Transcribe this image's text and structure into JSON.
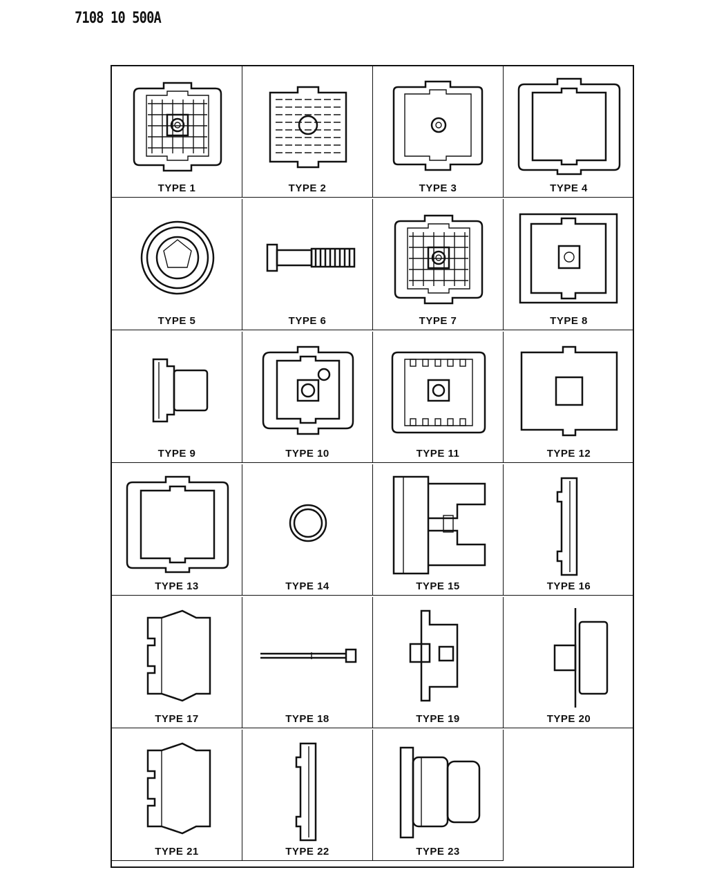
{
  "header": {
    "doc_id": "7108 10 500A"
  },
  "parts": [
    {
      "label": "TYPE 1",
      "icon": "grid-square-connector-icon"
    },
    {
      "label": "TYPE 2",
      "icon": "slotted-plate-icon"
    },
    {
      "label": "TYPE 3",
      "icon": "square-connector-pin-icon"
    },
    {
      "label": "TYPE 4",
      "icon": "square-frame-icon"
    },
    {
      "label": "TYPE 5",
      "icon": "round-grommet-icon"
    },
    {
      "label": "TYPE 6",
      "icon": "bulb-socket-icon"
    },
    {
      "label": "TYPE 7",
      "icon": "grid-square-connector-icon"
    },
    {
      "label": "TYPE 8",
      "icon": "square-frame-center-icon"
    },
    {
      "label": "TYPE 9",
      "icon": "side-clip-icon"
    },
    {
      "label": "TYPE 10",
      "icon": "rounded-connector-icon"
    },
    {
      "label": "TYPE 11",
      "icon": "notched-connector-icon"
    },
    {
      "label": "TYPE 12",
      "icon": "square-plate-icon"
    },
    {
      "label": "TYPE 13",
      "icon": "square-frame-icon"
    },
    {
      "label": "TYPE 14",
      "icon": "ring-icon"
    },
    {
      "label": "TYPE 15",
      "icon": "fork-connector-icon"
    },
    {
      "label": "TYPE 16",
      "icon": "thin-clip-icon"
    },
    {
      "label": "TYPE 17",
      "icon": "latch-housing-icon"
    },
    {
      "label": "TYPE 18",
      "icon": "long-pin-icon"
    },
    {
      "label": "TYPE 19",
      "icon": "side-connector-icon"
    },
    {
      "label": "TYPE 20",
      "icon": "side-socket-icon"
    },
    {
      "label": "TYPE 21",
      "icon": "latch-housing-icon"
    },
    {
      "label": "TYPE 22",
      "icon": "thin-clip-icon"
    },
    {
      "label": "TYPE 23",
      "icon": "cylinder-plug-icon"
    }
  ]
}
